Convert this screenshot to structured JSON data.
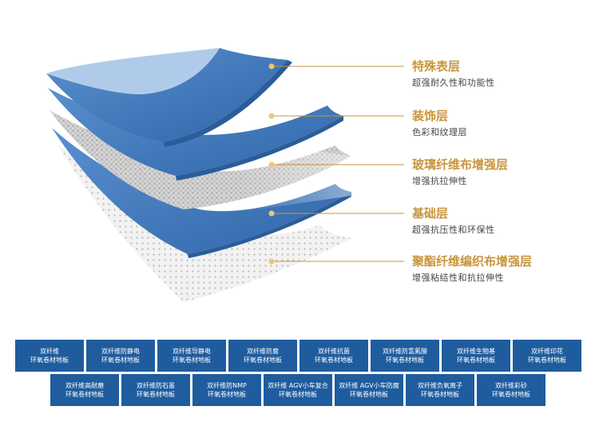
{
  "colors": {
    "accent": "#c9953b",
    "blue_layer": "#3e78b8",
    "blue_dark": "#1f5c9e",
    "tile_bg": "#1f5c9e"
  },
  "layers": [
    {
      "title": "特殊表层",
      "subtitle": "超强耐久性和功能性"
    },
    {
      "title": "装饰层",
      "subtitle": "色彩和纹理层"
    },
    {
      "title": "玻璃纤维布增强层",
      "subtitle": "增强抗拉伸性"
    },
    {
      "title": "基础层",
      "subtitle": "超强抗压性和环保性"
    },
    {
      "title": "聚酯纤维编织布增强层",
      "subtitle": "增强粘结性和抗拉伸性"
    }
  ],
  "products": {
    "row1": [
      {
        "line1": "双纤维",
        "line2": "环氧卷材地板"
      },
      {
        "line1": "双纤维防静电",
        "line2": "环氧卷材地板"
      },
      {
        "line1": "双纤维导静电",
        "line2": "环氧卷材地板"
      },
      {
        "line1": "双纤维防腐",
        "line2": "环氧卷材地板"
      },
      {
        "line1": "双纤维抗菌",
        "line2": "环氧卷材地板"
      },
      {
        "line1": "双纤维防氢氟酸",
        "line2": "环氧卷材地板"
      },
      {
        "line1": "双纤维生物基",
        "line2": "环氧卷材地板"
      },
      {
        "line1": "双纤维印花",
        "line2": "环氧卷材地板"
      }
    ],
    "row2": [
      {
        "line1": "双纤维高耐磨",
        "line2": "环氧卷材地板"
      },
      {
        "line1": "双纤维防石墨",
        "line2": "环氧卷材地板"
      },
      {
        "line1": "双纤维防NMP",
        "line2": "环氧卷材地板"
      },
      {
        "line1": "双纤维 AGV小车复合",
        "line2": "环氧卷材地板"
      },
      {
        "line1": "双纤维 AGV小车防腐",
        "line2": "环氧卷材地板"
      },
      {
        "line1": "双纤维负氧离子",
        "line2": "环氧卷材地板"
      },
      {
        "line1": "双纤维彩砂",
        "line2": "环氧卷材地板"
      }
    ]
  }
}
